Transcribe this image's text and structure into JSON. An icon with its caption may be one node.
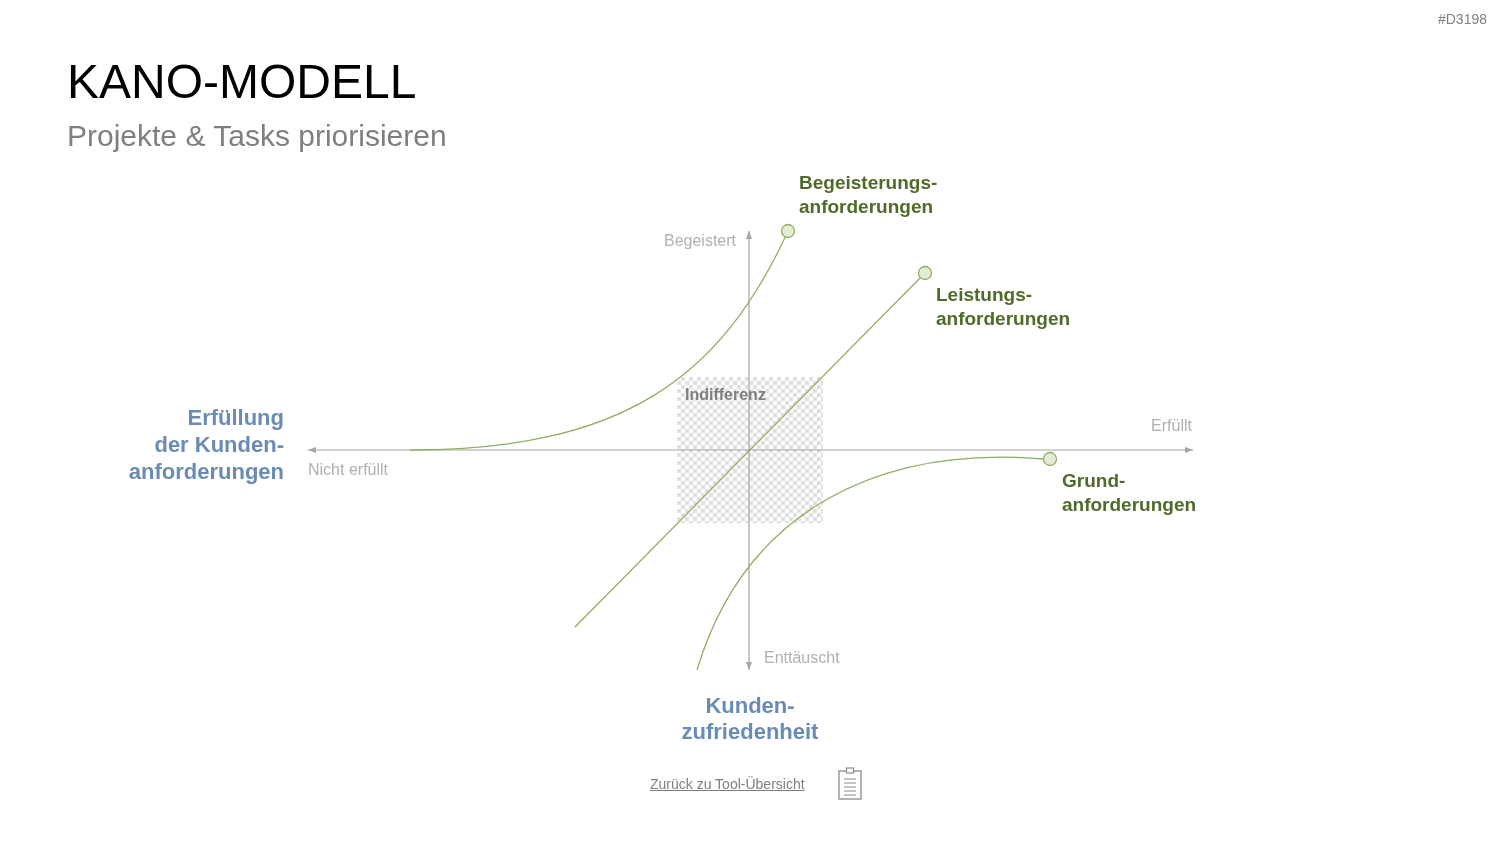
{
  "diagram": {
    "title": "KANO-MODELL",
    "nodes": [
      {
        "text": [
          "Indifferenz"
        ]
      }
    ],
    "labels": [
      "#D3198",
      "Projekte & Tasks priorisieren",
      "Begeisterungs- anforderungen",
      "Begeistert",
      "Leistungs- anforderungen",
      "Erfüllung der Kunden- anforderungen",
      "Erfüllt",
      "Nicht erfüllt",
      "Grund- anforderungen",
      "Enttäuscht",
      "Kunden- zufriedenheit",
      "Zurück zu Tool-Übersicht"
    ]
  }
}
